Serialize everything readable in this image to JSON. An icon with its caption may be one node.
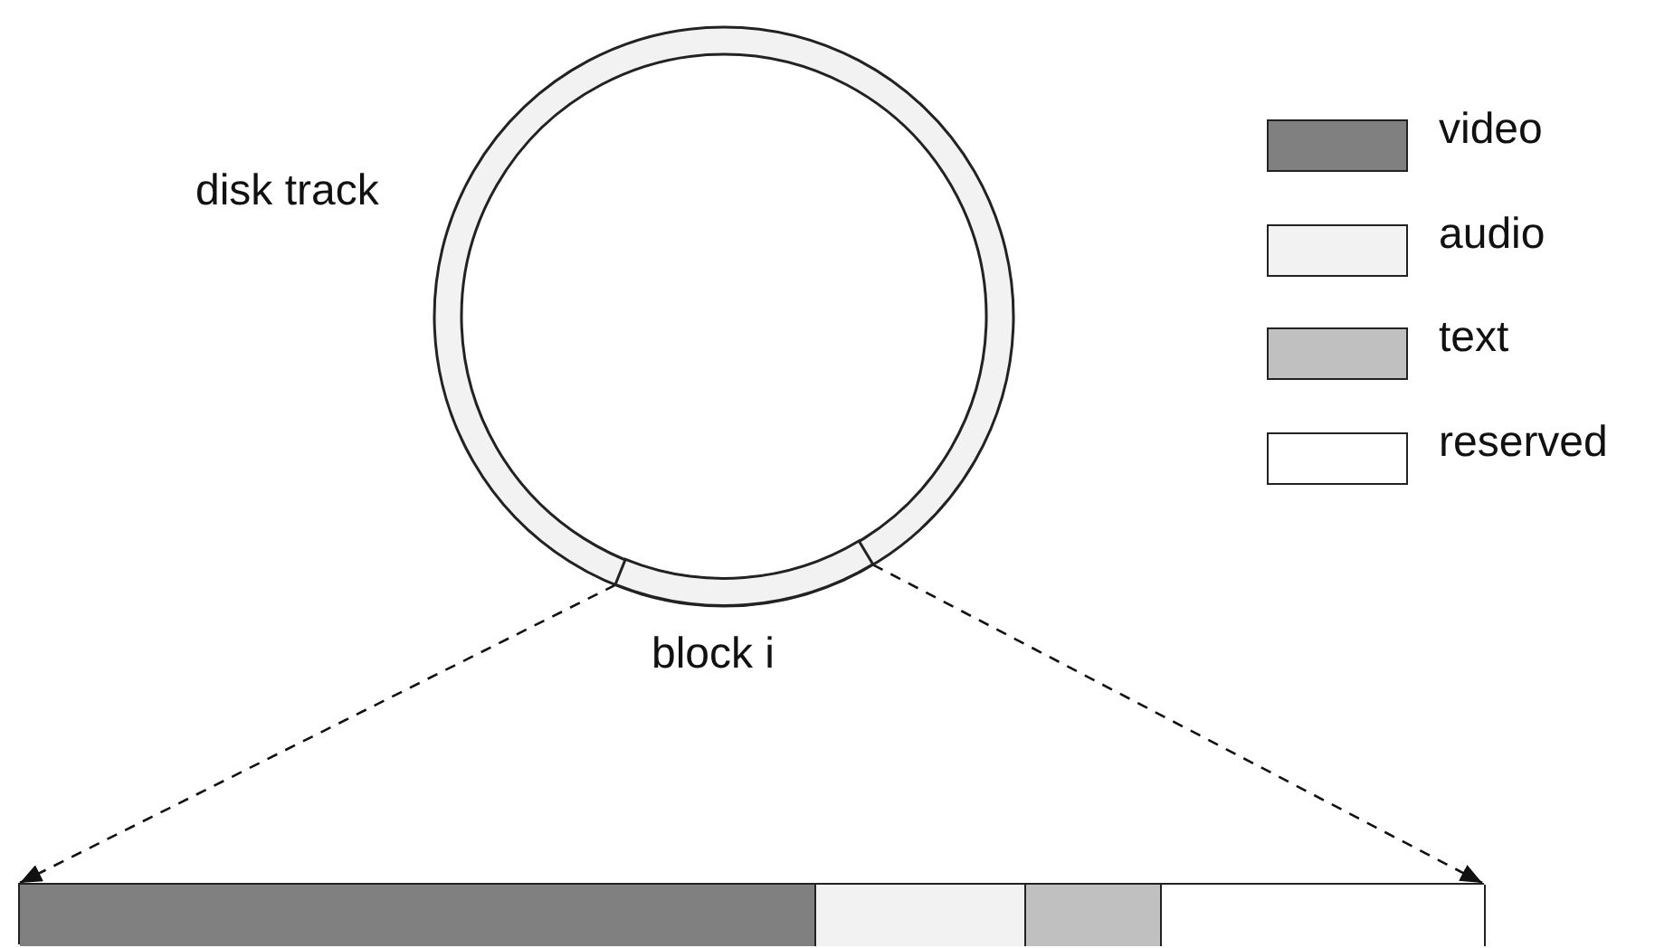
{
  "diagram": {
    "nodes": [
      {
        "text": [
          "disk track"
        ]
      },
      {
        "text": [
          "block i"
        ],
        "in": 0
      },
      {
        "text": [],
        "shape": "bar"
      },
      {
        "text": [],
        "shape": "box",
        "in": 2
      },
      {
        "text": [],
        "shape": "box",
        "in": 2
      },
      {
        "text": [],
        "shape": "box",
        "in": 2
      },
      {
        "text": [],
        "shape": "box",
        "in": 2
      }
    ],
    "edges": [
      {
        "from": 1,
        "to": 2,
        "arrow": "to",
        "style": "dashed"
      },
      {
        "from": 1,
        "to": 2,
        "arrow": "to",
        "style": "dashed"
      }
    ],
    "legend": [
      {
        "text": "video",
        "color": "#808080"
      },
      {
        "text": "audio",
        "color": "#f2f2f2"
      },
      {
        "text": "text",
        "color": "#c0c0c0"
      },
      {
        "text": "reserved",
        "color": "#ffffff"
      }
    ]
  }
}
